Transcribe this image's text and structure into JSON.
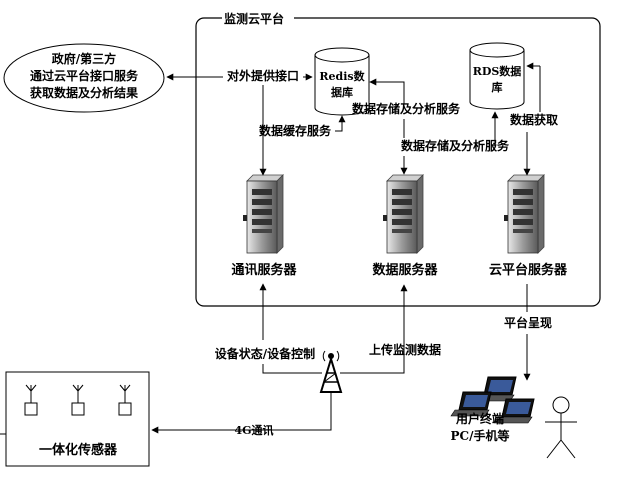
{
  "platform": {
    "title": "监测云平台"
  },
  "gov": {
    "line1": "政府/第三方",
    "line2": "通过云平台接口服务",
    "line3": "获取数据及分析结果"
  },
  "databases": {
    "redis": {
      "line1": "Redis数",
      "line2": "据库"
    },
    "rds": {
      "line1": "RDS数据",
      "line2": "库"
    }
  },
  "servers": {
    "comm": "通讯服务器",
    "data": "数据服务器",
    "cloud": "云平台服务器"
  },
  "flows": {
    "external_api": "对外提供接口",
    "cache_service": "数据缓存服务",
    "storage_analysis_1": "数据存储及分析服务",
    "storage_analysis_2": "数据存储及分析服务",
    "data_fetch": "数据获取",
    "platform_present": "平台呈现",
    "device_status": "设备状态/设备控制",
    "upload_data": "上传监测数据",
    "comm_4g": "4G通讯"
  },
  "sensor": {
    "label": "一体化传感器"
  },
  "user": {
    "line1": "用户终端",
    "line2": "PC/手机等"
  }
}
